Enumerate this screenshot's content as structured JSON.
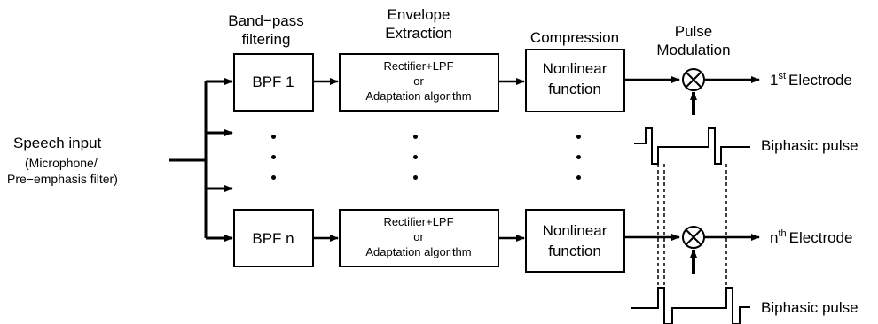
{
  "headers": {
    "bandpass": [
      "Band−pass",
      "filtering"
    ],
    "envelope": [
      "Envelope",
      "Extraction"
    ],
    "compression": "Compression",
    "pulse": [
      "Pulse",
      "Modulation"
    ]
  },
  "input": {
    "line1": "Speech input",
    "line2": "(Microphone/",
    "line3": "Pre−emphasis filter)"
  },
  "channel_1": {
    "bpf": "BPF 1",
    "env": [
      "Rectifier+LPF",
      "or",
      "Adaptation algorithm"
    ],
    "comp": [
      "Nonlinear",
      "function"
    ],
    "electrode_ordinal": "1",
    "electrode_sup": "st",
    "electrode_text": "Electrode",
    "pulse_label": "Biphasic pulse"
  },
  "channel_n": {
    "bpf": "BPF n",
    "env": [
      "Rectifier+LPF",
      "or",
      "Adaptation algorithm"
    ],
    "comp": [
      "Nonlinear",
      "function"
    ],
    "electrode_ordinal": "n",
    "electrode_sup": "th",
    "electrode_text": "Electrode",
    "pulse_label": "Biphasic pulse"
  },
  "colors": {
    "stroke": "#000000",
    "background": "#ffffff"
  }
}
